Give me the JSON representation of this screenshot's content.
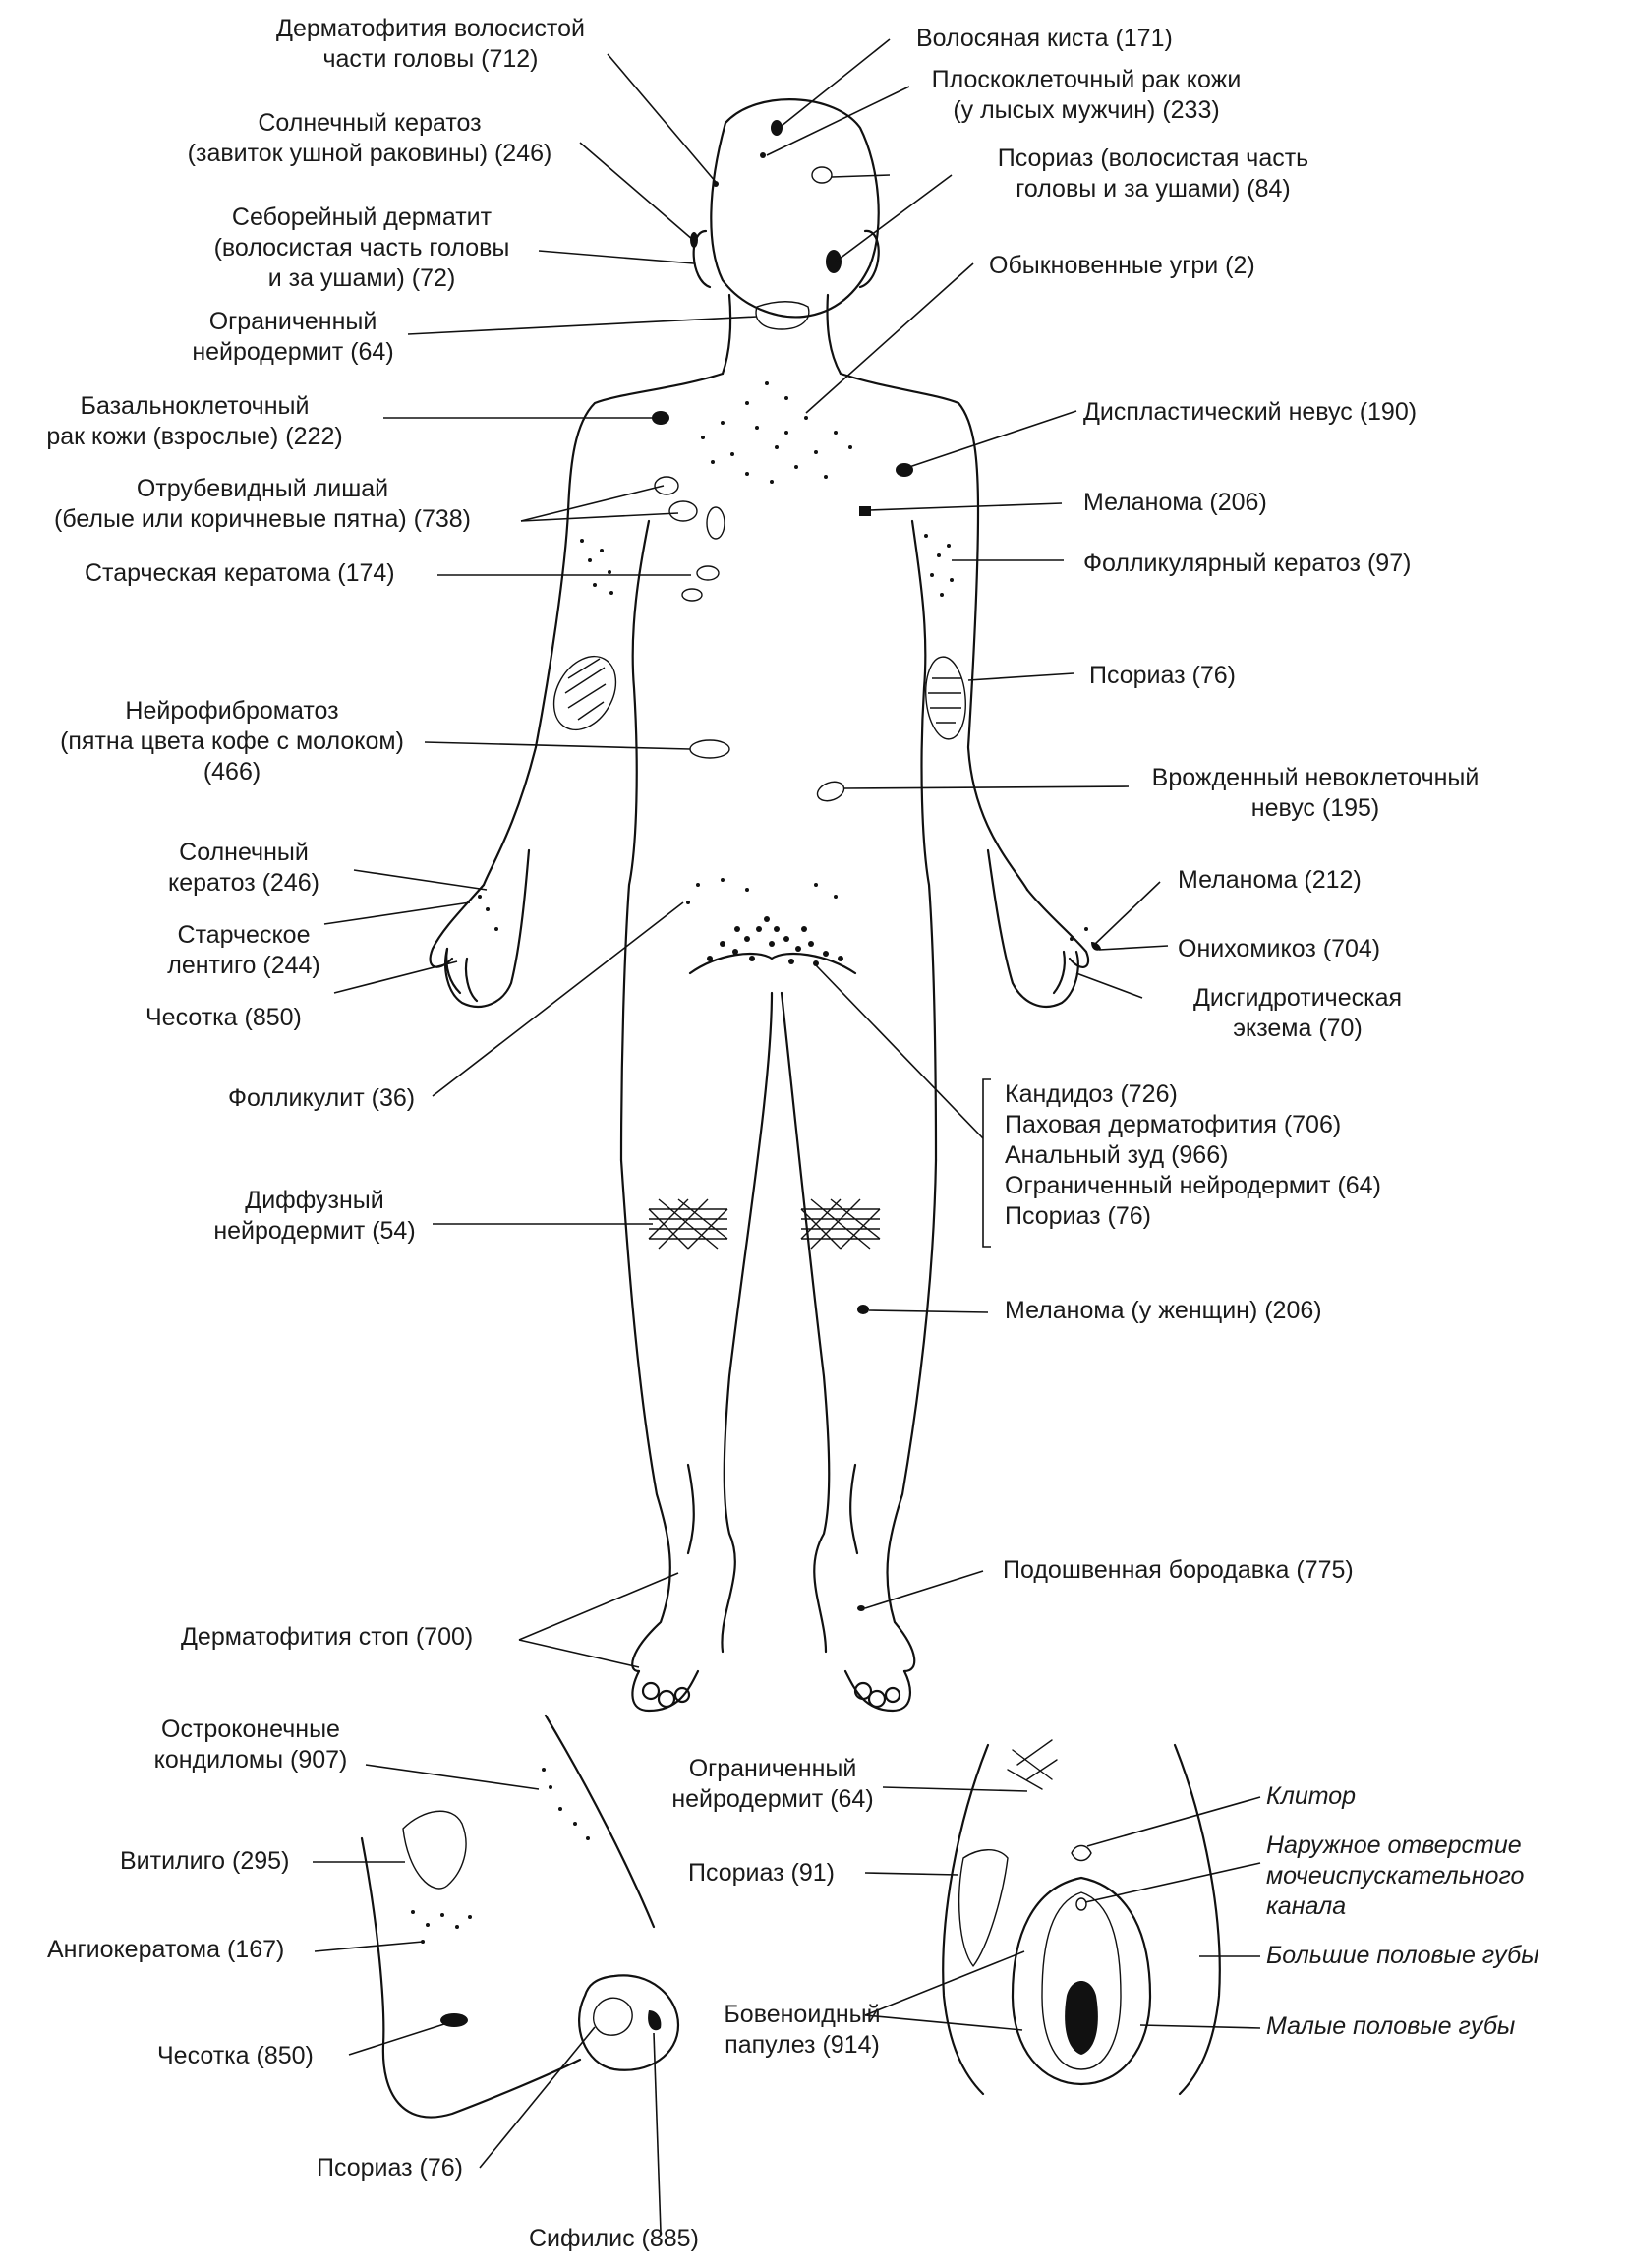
{
  "figure": {
    "labels": {
      "tinea_capitis": [
        "Дерматофития волосистой",
        "части головы (712)"
      ],
      "pilar_cyst": [
        "Волосяная киста (171)"
      ],
      "scc_bald": [
        "Плоскоклеточный рак кожи",
        "(у лысых мужчин) (233)"
      ],
      "actinic_keratosis_ear": [
        "Солнечный кератоз",
        "(завиток ушной раковины) (246)"
      ],
      "psoriasis_scalp": [
        "Псориаз (волосистая часть",
        "головы и за ушами) (84)"
      ],
      "seborrheic_dermatitis": [
        "Себорейный дерматит",
        "(волосистая часть головы",
        "и за ушами) (72)"
      ],
      "acne": [
        "Обыкновенные угри (2)"
      ],
      "lsc_neck": [
        "Ограниченный",
        "нейродермит (64)"
      ],
      "bcc": [
        "Базальноклеточный",
        "рак кожи (взрослые) (222)"
      ],
      "dysplastic_nevus": [
        "Диспластический невус (190)"
      ],
      "tinea_versicolor": [
        "Отрубевидный лишай",
        "(белые или коричневые пятна) (738)"
      ],
      "melanoma_chest": [
        "Меланома (206)"
      ],
      "seborrheic_keratosis": [
        "Старческая кератома (174)"
      ],
      "keratosis_pilaris": [
        "Фолликулярный кератоз (97)"
      ],
      "psoriasis_elbow": [
        "Псориаз (76)"
      ],
      "neurofibromatosis": [
        "Нейрофиброматоз",
        "(пятна цвета кофе с молоком)",
        "(466)"
      ],
      "congenital_nevus": [
        "Врожденный невоклеточный",
        "невус (195)"
      ],
      "actinic_keratosis_hand": [
        "Солнечный",
        "кератоз (246)"
      ],
      "melanoma_nail": [
        "Меланома (212)"
      ],
      "solar_lentigo": [
        "Старческое",
        "лентиго (244)"
      ],
      "onychomycosis": [
        "Онихомикоз (704)"
      ],
      "scabies_hand": [
        "Чесотка (850)"
      ],
      "dyshidrotic": [
        "Дисгидротическая",
        "экзема (70)"
      ],
      "folliculitis": [
        "Фолликулит (36)"
      ],
      "groin_list": [
        "Кандидоз (726)",
        "Паховая дерматофития (706)",
        "Анальный зуд (966)",
        "Ограниченный нейродермит (64)",
        "Псориаз (76)"
      ],
      "atopic_dermatitis": [
        "Диффузный",
        "нейродермит (54)"
      ],
      "melanoma_women": [
        "Меланома (у женщин) (206)"
      ],
      "plantar_wart": [
        "Подошвенная бородавка (775)"
      ],
      "tinea_pedis": [
        "Дерматофития стоп (700)"
      ],
      "condyloma": [
        "Остроконечные",
        "кондиломы (907)"
      ],
      "vitiligo": [
        "Витилиго (295)"
      ],
      "angiokeratoma": [
        "Ангиокератома (167)"
      ],
      "scabies_genital": [
        "Чесотка (850)"
      ],
      "psoriasis_penis": [
        "Псориаз (76)"
      ],
      "syphilis": [
        "Сифилис (885)"
      ],
      "lsc_vulva": [
        "Ограниченный",
        "нейродермит (64)"
      ],
      "psoriasis_vulva": [
        "Псориаз (91)"
      ],
      "bowenoid": [
        "Бовеноидный",
        "папулез (914)"
      ],
      "clitoris": [
        "Клитор"
      ],
      "urethral_opening": [
        "Наружное отверстие",
        "мочеиспускательного",
        "канала"
      ],
      "labia_majora": [
        "Большие половые губы"
      ],
      "labia_minora": [
        "Малые половые губы"
      ]
    }
  }
}
